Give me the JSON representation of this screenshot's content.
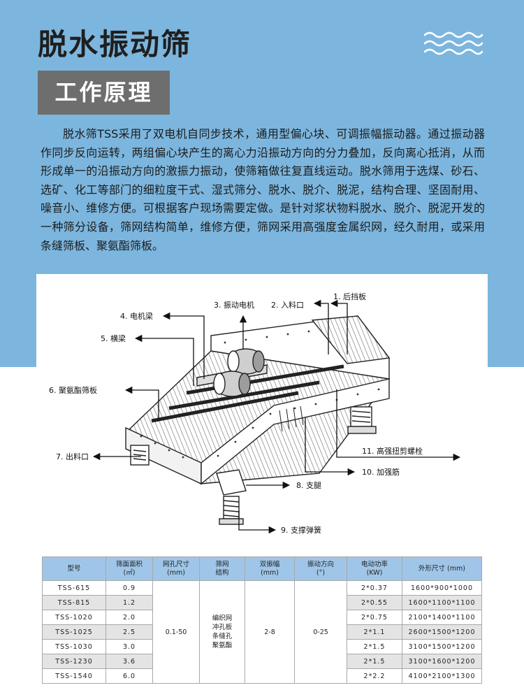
{
  "header": {
    "title": "脱水振动筛",
    "waves_icon": "wave-lines-icon",
    "section_label": "工作原理"
  },
  "intro": "脱水筛TSS采用了双电机自同步技术，通用型偏心块、可调振幅振动器。通过振动器作同步反向运转，两组偏心块产生的离心力沿振动方向的分力叠加，反向离心抵消，从而形成单一的沿振动方向的激振力振动，使筛箱做往复直线运动。脱水筛用于选煤、砂石、选矿、化工等部门的细粒度干式、湿式筛分、脱水、脱介、脱泥，结构合理、坚固耐用、噪音小、维修方便。可根据客户现场需要定做。是针对浆状物料脱水、脱介、脱泥开发的一种筛分设备，筛网结构简单，维修方便，筛网采用高强度金属织网，经久耐用，或采用条缝筛板、聚氨酯筛板。",
  "diagram": {
    "labels": {
      "l1": "1. 后挡板",
      "l2": "2. 入料口",
      "l3": "3. 振动电机",
      "l4": "4. 电机梁",
      "l5": "5. 横梁",
      "l6": "6. 聚氨酯筛板",
      "l7": "7. 出料口",
      "l8": "8. 支腿",
      "l9": "9. 支撑弹簧",
      "l10": "10. 加强筋",
      "l11": "11. 高强扭剪螺栓"
    }
  },
  "table": {
    "headers": [
      {
        "line1": "型号",
        "line2": ""
      },
      {
        "line1": "筛面面积",
        "line2": "(㎡)"
      },
      {
        "line1": "网孔尺寸",
        "line2": "(mm)"
      },
      {
        "line1": "筛网",
        "line2": "结构"
      },
      {
        "line1": "双振幅",
        "line2": "(mm)"
      },
      {
        "line1": "振动方向",
        "line2": "(°)"
      },
      {
        "line1": "电动功率",
        "line2": "(KW)"
      },
      {
        "line1": "外形尺寸 (mm)",
        "line2": ""
      }
    ],
    "rows": [
      {
        "model": "TSS-615",
        "area": "0.9",
        "power": "2*0.37",
        "size": "1600*900*1000"
      },
      {
        "model": "TSS-815",
        "area": "1.2",
        "power": "2*0.55",
        "size": "1600*1100*1100"
      },
      {
        "model": "TSS-1020",
        "area": "2.0",
        "power": "2*0.75",
        "size": "2100*1400*1100"
      },
      {
        "model": "TSS-1025",
        "area": "2.5",
        "power": "2*1.1",
        "size": "2600*1500*1200"
      },
      {
        "model": "TSS-1030",
        "area": "3.0",
        "power": "2*1.5",
        "size": "3100*1500*1200"
      },
      {
        "model": "TSS-1230",
        "area": "3.6",
        "power": "2*1.5",
        "size": "3100*1600*1200"
      },
      {
        "model": "TSS-1540",
        "area": "6.0",
        "power": "2*2.2",
        "size": "4100*2100*1300"
      }
    ],
    "mesh_size": "0.1-50",
    "mesh_structure": [
      "编织网",
      "冲孔板",
      "条缝孔",
      "聚氨酯"
    ],
    "amplitude": "2-8",
    "direction": "0-25"
  }
}
